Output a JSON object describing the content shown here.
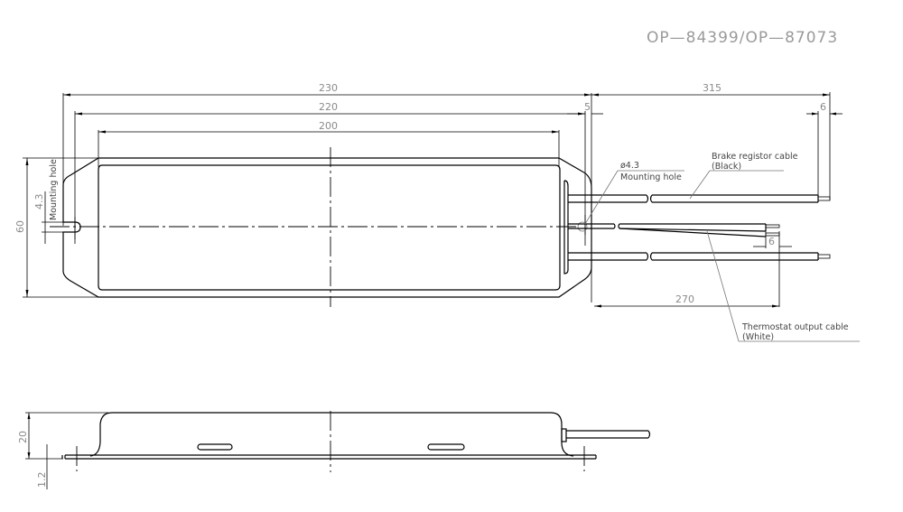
{
  "title": "OP—84399/OP—87073",
  "top_view": {
    "dimensions": {
      "overall_length": "230",
      "mounting_hole_pitch": "220",
      "body_length": "200",
      "cable_length": "315",
      "flange_offset": "5",
      "brake_cable_strip": "6",
      "thermostat_strip": "6",
      "thermostat_cable_length": "270",
      "width": "60",
      "slot_width": "4.3"
    },
    "labels": {
      "left_mounting_hole": "Mounting hole",
      "hole_diameter": "ø4.3",
      "right_mounting_hole": "Mounting hole",
      "brake_cable_line1": "Brake registor cable",
      "brake_cable_line2": "(Black)",
      "thermostat_line1": "Thermostat output cable",
      "thermostat_line2": "(White)"
    }
  },
  "side_view": {
    "dimensions": {
      "height": "20",
      "plate_thickness": "1.2"
    }
  }
}
